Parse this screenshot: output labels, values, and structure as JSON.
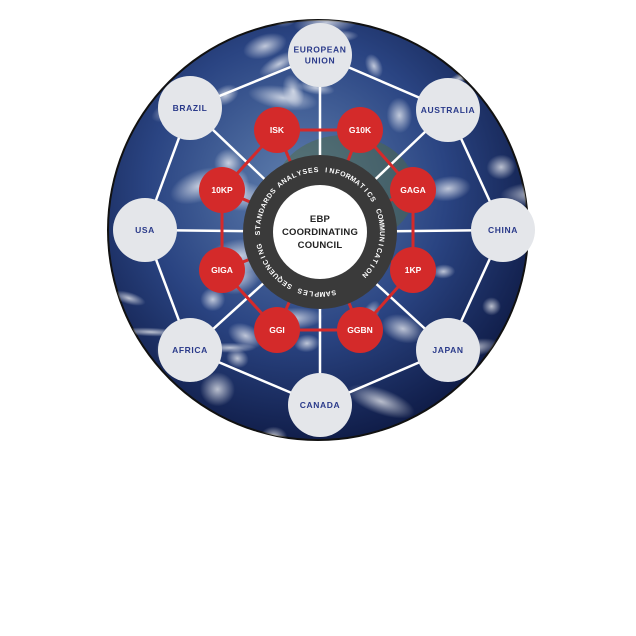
{
  "center": {
    "lines": [
      "EBP",
      "COORDINATING",
      "COUNCIL"
    ]
  },
  "ring_labels": [
    "STANDARDS",
    "ANALYSES",
    "INFORMATICS",
    "COMMUNICATION",
    "SAMPLES",
    "SEQUENCING"
  ],
  "red_nodes": [
    "ISK",
    "G10K",
    "GAGA",
    "1KP",
    "GGBN",
    "GGI",
    "GIGA",
    "10KP"
  ],
  "outer_nodes": [
    {
      "lines": [
        "EUROPEAN",
        "UNION"
      ]
    },
    {
      "lines": [
        "AUSTRALIA"
      ]
    },
    {
      "lines": [
        "CHINA"
      ]
    },
    {
      "lines": [
        "JAPAN"
      ]
    },
    {
      "lines": [
        "CANADA"
      ]
    },
    {
      "lines": [
        "AFRICA"
      ]
    },
    {
      "lines": [
        "USA"
      ]
    },
    {
      "lines": [
        "BRAZIL"
      ]
    }
  ],
  "colors": {
    "red": "#d42a2a",
    "ring": "#3a3a3a",
    "outer_node": "#e4e6ea",
    "outer_text": "#2a3a8a",
    "globe": "#1d2f6b"
  }
}
